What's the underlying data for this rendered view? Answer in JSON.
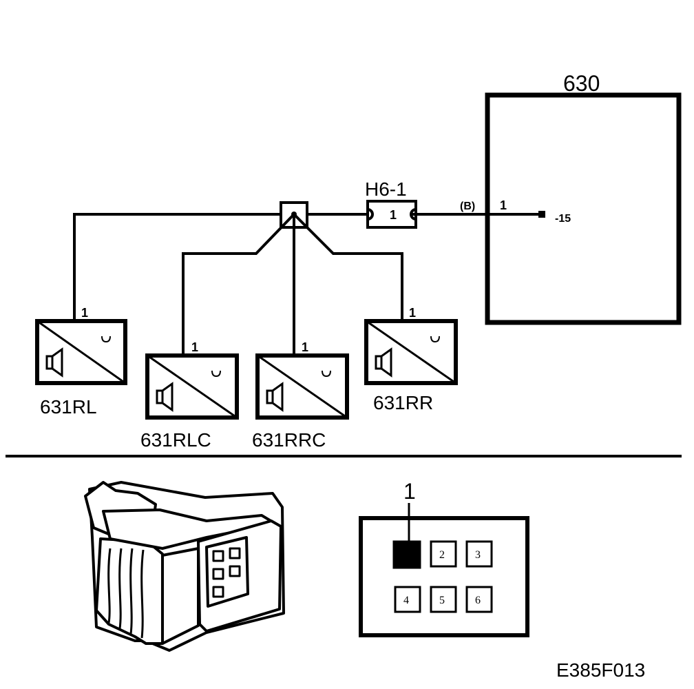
{
  "control_unit": {
    "label": "630",
    "pin": "1",
    "signal": "-15",
    "wire_code": "(B)"
  },
  "connector_h6": {
    "label": "H6-1",
    "pin": "1"
  },
  "speakers": [
    {
      "label": "631RL",
      "pin": "1"
    },
    {
      "label": "631RLC",
      "pin": "1"
    },
    {
      "label": "631RRC",
      "pin": "1"
    },
    {
      "label": "631RR",
      "pin": "1"
    }
  ],
  "pinout": {
    "callout": "1",
    "pins": [
      "2",
      "3",
      "4",
      "5",
      "6"
    ]
  },
  "figure_code": "E385F013"
}
